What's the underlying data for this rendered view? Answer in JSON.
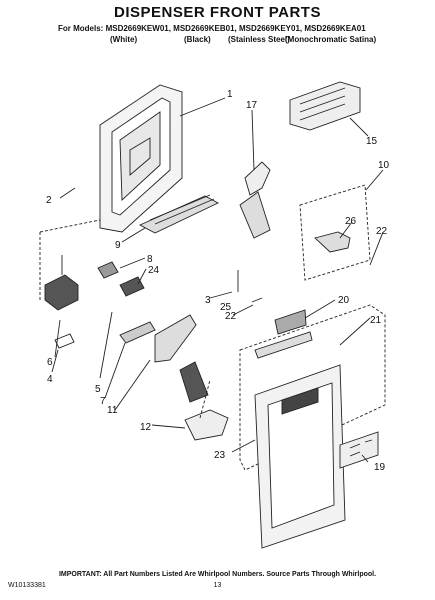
{
  "header": {
    "title": "DISPENSER FRONT PARTS",
    "models_prefix": "For Models:",
    "models": "MSD2669KEW01, MSD2669KEB01, MSD2669KEY01, MSD2669KEA01",
    "variants": [
      "(White)",
      "(Black)",
      "(Stainless Steel)",
      "(Monochromatic Satina)"
    ]
  },
  "callouts": [
    "1",
    "2",
    "3",
    "4",
    "5",
    "6",
    "7",
    "8",
    "9",
    "10",
    "11",
    "12",
    "15",
    "17",
    "19",
    "20",
    "21",
    "22",
    "22",
    "23",
    "24",
    "25",
    "26"
  ],
  "footer": {
    "note": "IMPORTANT: All Part Numbers Listed Are Whirlpool Numbers. Source Parts Through Whirlpool.",
    "doc_id": "W10133381",
    "page": "13"
  }
}
